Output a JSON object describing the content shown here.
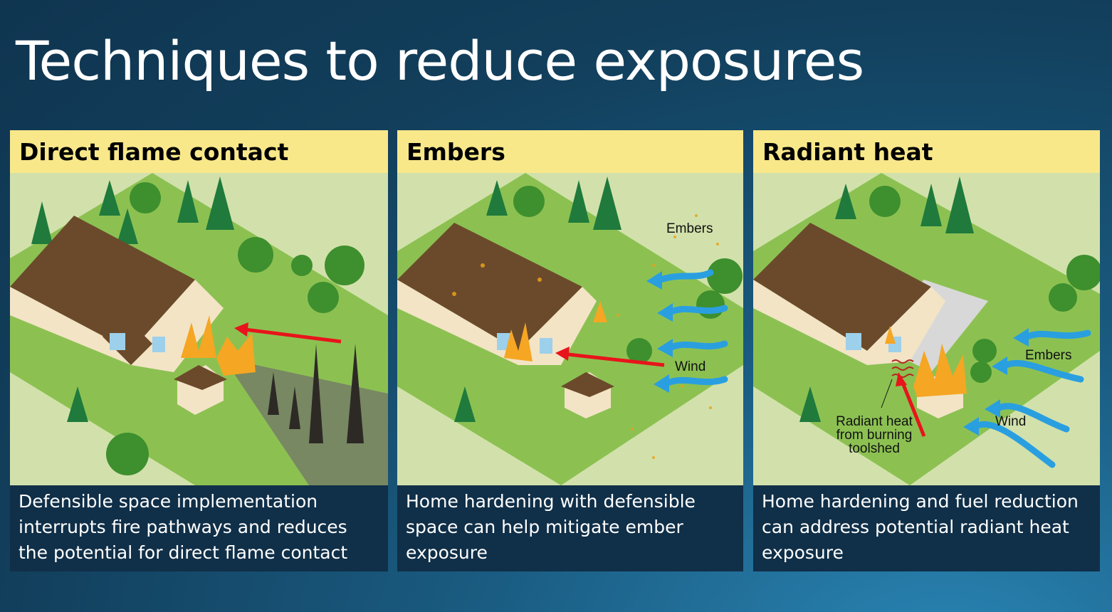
{
  "title": "Techniques to reduce exposures",
  "panels": [
    {
      "heading": "Direct flame contact",
      "caption": "Defensible space implementation interrupts fire pathways and reduces the potential for direct flame contact"
    },
    {
      "heading": "Embers",
      "caption": "Home hardening with defensible space can help mitigate ember exposure",
      "labels": {
        "embers": "Embers",
        "wind": "Wind"
      }
    },
    {
      "heading": "Radiant heat",
      "caption": "Home hardening and fuel reduction can address potential radiant heat exposure",
      "labels": {
        "embers": "Embers",
        "wind": "Wind",
        "radiant1": "Radiant heat",
        "radiant2": "from burning",
        "radiant3": "toolshed"
      }
    }
  ],
  "colors": {
    "header": "#f8e88a",
    "caption_bg": "#102f48",
    "grass": "#8cc152",
    "arrow_red": "#e8141b",
    "wind_blue": "#2a9fe0"
  }
}
